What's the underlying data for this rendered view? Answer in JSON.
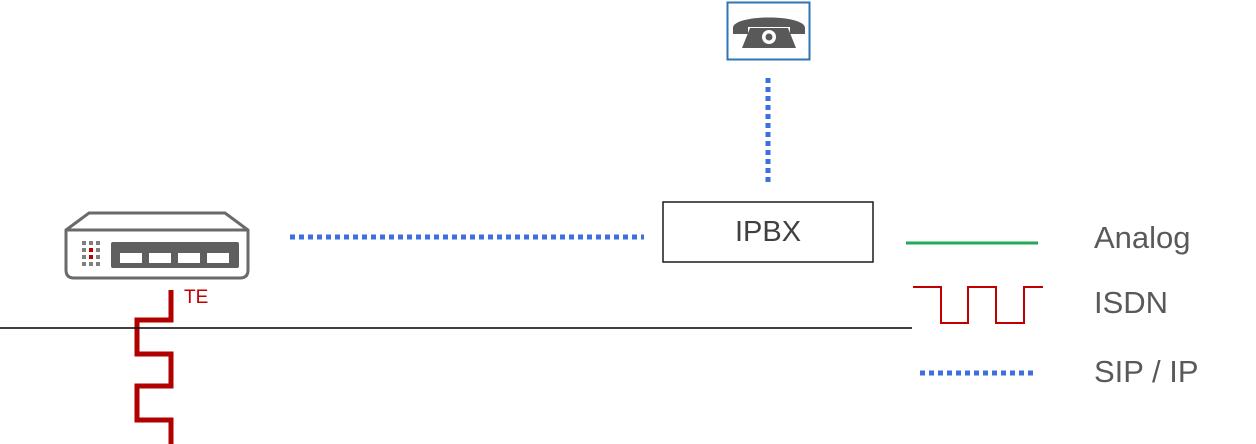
{
  "nodes": {
    "phone": {
      "icon": "telephone-icon"
    },
    "ipbx": {
      "label": "IPBX"
    },
    "gateway": {
      "icon": "network-switch-icon",
      "port_label": "TE"
    }
  },
  "legend": {
    "items": [
      {
        "label": "Analog",
        "style": "solid",
        "color": "#1faa55"
      },
      {
        "label": "ISDN",
        "style": "square-wave",
        "color": "#c00000"
      },
      {
        "label": "SIP / IP",
        "style": "dotted",
        "color": "#3e6fe0"
      }
    ]
  },
  "colors": {
    "sip_ip": "#3e6fe0",
    "isdn": "#b00000",
    "analog": "#1faa55",
    "phone_frame": "#2e75b6",
    "icon_gray": "#595959",
    "text_gray": "#595959"
  }
}
